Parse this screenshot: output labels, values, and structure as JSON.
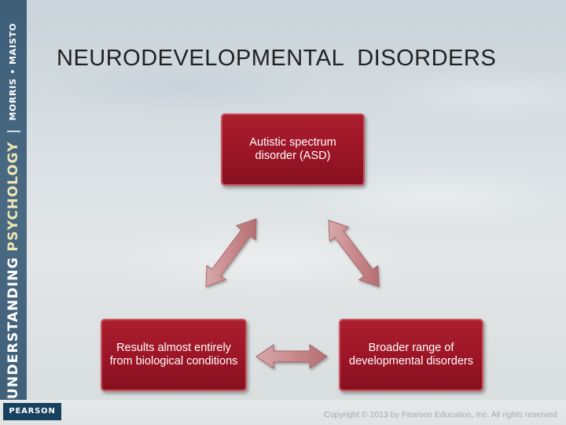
{
  "sidebar": {
    "brand_part1": "UNDERSTANDING",
    "brand_part2": "PSYCHOLOGY",
    "separator": "|",
    "authors": "MORRIS • MAISTO"
  },
  "title": "NEURODEVELOPMENTAL  DISORDERS",
  "diagram": {
    "top_box": "Autistic spectrum disorder (ASD)",
    "left_box": "Results almost entirely from biological conditions",
    "right_box": "Broader range of developmental disorders"
  },
  "footer": {
    "logo": "PEARSON",
    "copyright": "Copyright © 2013 by Pearson Education, Inc. All rights reserved"
  },
  "colors": {
    "box_fill": "#9b1526",
    "arrow_fill": "#c98a8d",
    "sidebar": "#446580"
  }
}
